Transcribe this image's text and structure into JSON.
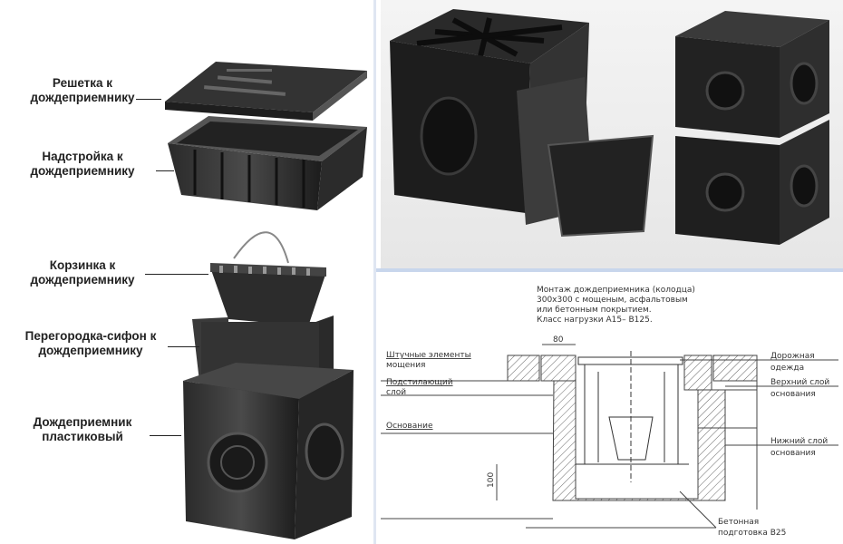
{
  "exploded_view": {
    "labels": [
      "Решетка к дождеприемнику",
      "Надстройка к дождеприемнику",
      "Корзинка к дождеприемнику",
      "Перегородка-сифон к дождеприемнику",
      "Дождеприемник пластиковый"
    ]
  },
  "drawing": {
    "title": [
      "Монтаж дождеприемника (колодца)",
      "300х300 с мощеным, асфальтовым",
      "или бетонным покрытием.",
      "Класс нагрузки A15– B125."
    ],
    "dimension_top": "80",
    "dimension_side": "100",
    "left_labels": [
      [
        "Штучные элементы",
        "мощения"
      ],
      [
        "Подстилающий",
        "слой"
      ],
      [
        "Основание"
      ]
    ],
    "right_labels": [
      [
        "Дорожная",
        "одежда"
      ],
      [
        "Верхний слой",
        "основания"
      ],
      [
        "Нижний слой",
        "основания"
      ]
    ],
    "bottom_label": [
      "Бетонная",
      "подготовка B25"
    ]
  }
}
